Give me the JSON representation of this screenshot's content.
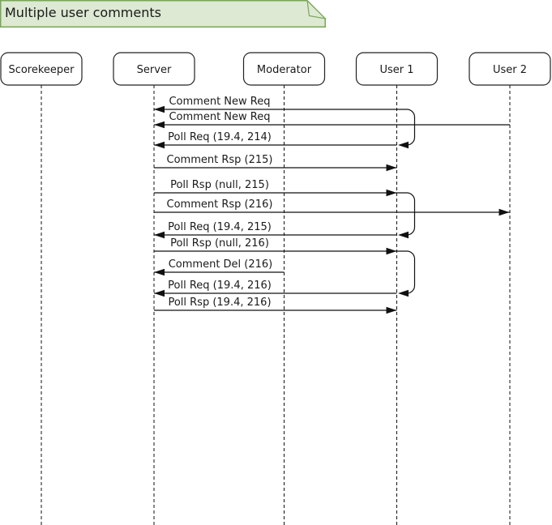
{
  "title": {
    "text": "Multiple user comments"
  },
  "actors": [
    {
      "name": "Scorekeeper"
    },
    {
      "name": "Server"
    },
    {
      "name": "Moderator"
    },
    {
      "name": "User 1"
    },
    {
      "name": "User 2"
    }
  ],
  "messages": [
    {
      "label": "Comment New Req",
      "from": "User 1",
      "to": "Server"
    },
    {
      "label": "Comment New Req",
      "from": "User 2",
      "to": "Server"
    },
    {
      "label": "Poll Req (19.4, 214)",
      "from": "User 1",
      "to": "Server"
    },
    {
      "label": "Comment Rsp (215)",
      "from": "Server",
      "to": "User 1"
    },
    {
      "label": "Poll Rsp (null, 215)",
      "from": "Server",
      "to": "User 1"
    },
    {
      "label": "Comment Rsp (216)",
      "from": "Server",
      "to": "User 2"
    },
    {
      "label": "Poll Req (19.4, 215)",
      "from": "User 1",
      "to": "Server"
    },
    {
      "label": "Poll Rsp (null, 216)",
      "from": "Server",
      "to": "User 1"
    },
    {
      "label": "Comment Del (216)",
      "from": "Moderator",
      "to": "Server"
    },
    {
      "label": "Poll Req (19.4, 216)",
      "from": "User 1",
      "to": "Server"
    },
    {
      "label": "Poll Rsp (19.4, 216)",
      "from": "Server",
      "to": "User 1"
    }
  ],
  "colors": {
    "background": "#ffffff",
    "note_fill": "#dde9d3",
    "note_border": "#7aa65a",
    "line": "#111111",
    "box_fill": "#ffffff",
    "box_border": "#222222",
    "text": "#1a1a1a"
  }
}
